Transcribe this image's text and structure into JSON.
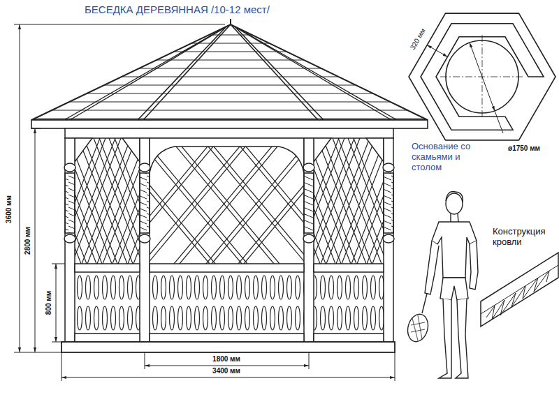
{
  "diagram": {
    "title": "БЕСЕДКА ДЕРЕВЯННАЯ /10-12 мест/",
    "labels": [
      "3600 мм",
      "2800 мм",
      "800 мм",
      "1800 мм",
      "3400 мм",
      "320 мм",
      "ø1750 мм",
      "Основание со скамьями и столом",
      "Конструкция кровли"
    ]
  }
}
